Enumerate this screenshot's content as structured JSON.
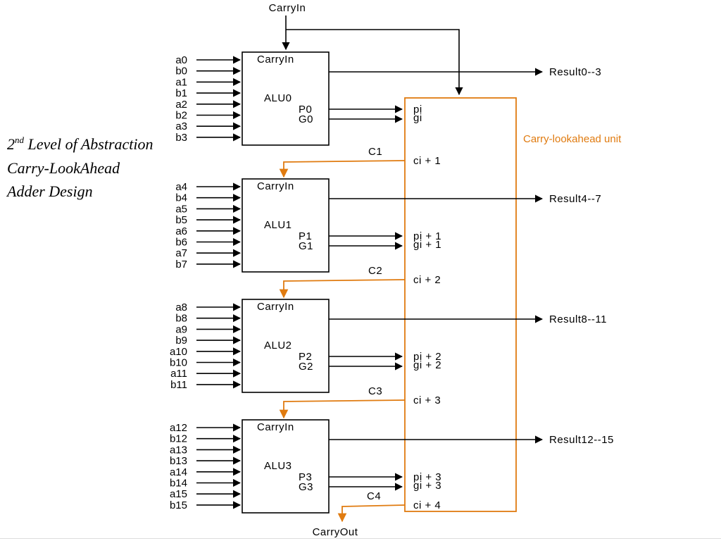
{
  "title": {
    "line1_main": "2",
    "line1_sup": "nd",
    "line1_rest": " Level of Abstraction",
    "line2": "Carry-LookAhead",
    "line3": "Adder Design"
  },
  "carry_in_label": "CarryIn",
  "carry_out_label": "CarryOut",
  "cla_label": "Carry-lookahead unit",
  "colors": {
    "orange": "#e07b10",
    "black": "#000000"
  },
  "alus": [
    {
      "name": "ALU0",
      "carry_label": "CarryIn",
      "p_label": "P0",
      "g_label": "G0",
      "inputs": [
        "a0",
        "b0",
        "a1",
        "b1",
        "a2",
        "b2",
        "a3",
        "b3"
      ],
      "result": "Result0--3",
      "pi": "pi",
      "gi": "gi",
      "carry_out": "C1",
      "ci": "ci + 1"
    },
    {
      "name": "ALU1",
      "carry_label": "CarryIn",
      "p_label": "P1",
      "g_label": "G1",
      "inputs": [
        "a4",
        "b4",
        "a5",
        "b5",
        "a6",
        "b6",
        "a7",
        "b7"
      ],
      "result": "Result4--7",
      "pi": "pi + 1",
      "gi": "gi + 1",
      "carry_out": "C2",
      "ci": "ci + 2"
    },
    {
      "name": "ALU2",
      "carry_label": "CarryIn",
      "p_label": "P2",
      "g_label": "G2",
      "inputs": [
        "a8",
        "b8",
        "a9",
        "b9",
        "a10",
        "b10",
        "a11",
        "b11"
      ],
      "result": "Result8--11",
      "pi": "pi + 2",
      "gi": "gi + 2",
      "carry_out": "C3",
      "ci": "ci + 3"
    },
    {
      "name": "ALU3",
      "carry_label": "CarryIn",
      "p_label": "P3",
      "g_label": "G3",
      "inputs": [
        "a12",
        "b12",
        "a13",
        "b13",
        "a14",
        "b14",
        "a15",
        "b15"
      ],
      "result": "Result12--15",
      "pi": "pi + 3",
      "gi": "gi + 3",
      "carry_out": "C4",
      "ci": "ci + 4"
    }
  ]
}
